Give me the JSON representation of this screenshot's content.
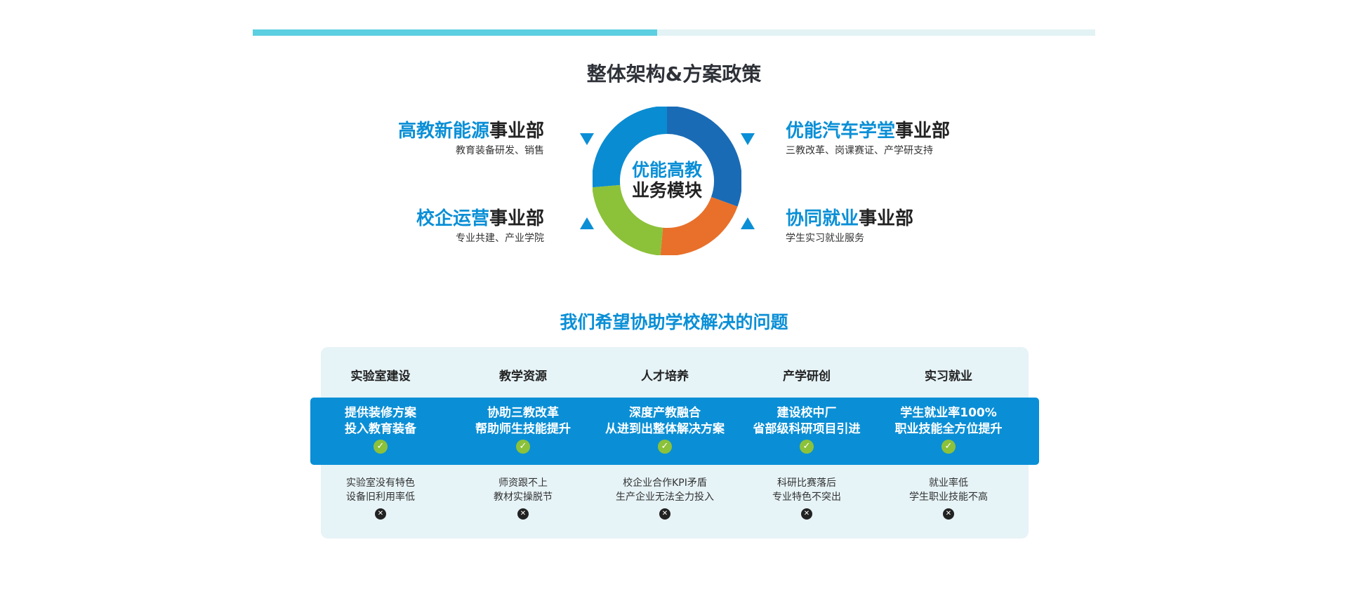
{
  "progress": {
    "fraction": 0.48,
    "fill_color": "#5ccfe0",
    "track_color": "#e2f2f5"
  },
  "section1": {
    "title": "整体架构&方案政策",
    "center": {
      "line1": "优能高教",
      "line2": "业务模块"
    },
    "ring_colors": [
      "#0a8cd2",
      "#1a6bb5",
      "#e8702a",
      "#8cc13a"
    ],
    "units": [
      {
        "highlight": "高教新能源",
        "suffix": "事业部",
        "desc": "教育装备研发、销售"
      },
      {
        "highlight": "优能汽车学堂",
        "suffix": "事业部",
        "desc": "三教改革、岗课赛证、产学研支持"
      },
      {
        "highlight": "校企运营",
        "suffix": "事业部",
        "desc": "专业共建、产业学院"
      },
      {
        "highlight": "协同就业",
        "suffix": "事业部",
        "desc": "学生实习就业服务"
      }
    ]
  },
  "section2": {
    "title": "我们希望协助学校解决的问题",
    "columns": [
      {
        "header": "实验室建设",
        "solution1": "提供装修方案",
        "solution2": "投入教育装备",
        "problem1": "实验室没有特色",
        "problem2": "设备旧利用率低"
      },
      {
        "header": "教学资源",
        "solution1": "协助三教改革",
        "solution2": "帮助师生技能提升",
        "problem1": "师资跟不上",
        "problem2": "教材实操脱节"
      },
      {
        "header": "人才培养",
        "solution1": "深度产教融合",
        "solution2": "从进到出整体解决方案",
        "problem1": "校企业合作KPI矛盾",
        "problem2": "生产企业无法全力投入"
      },
      {
        "header": "产学研创",
        "solution1": "建设校中厂",
        "solution2": "省部级科研项目引进",
        "problem1": "科研比赛落后",
        "problem2": "专业特色不突出"
      },
      {
        "header": "实习就业",
        "solution1": "学生就业率100%",
        "solution2": "职业技能全方位提升",
        "problem1": "就业率低",
        "problem2": "学生职业技能不高"
      }
    ],
    "check_icon": "check-circle-icon",
    "cross_icon": "x-circle-icon"
  }
}
